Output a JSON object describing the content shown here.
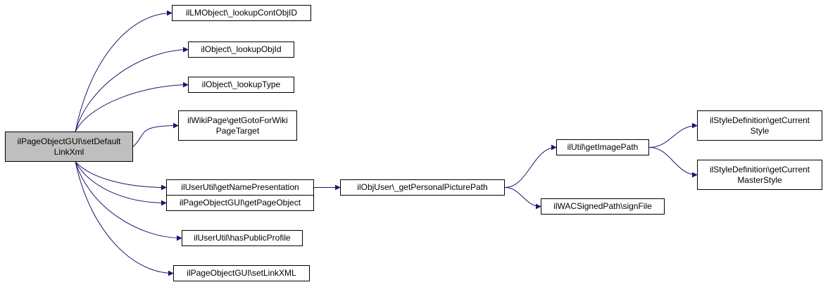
{
  "graph": {
    "root": {
      "id": "root",
      "lines": [
        "ilPageObjectGUI\\setDefault",
        "LinkXml"
      ]
    },
    "nodes": [
      {
        "id": "n1",
        "lines": [
          "ilLMObject\\_lookupContObjID"
        ]
      },
      {
        "id": "n2",
        "lines": [
          "ilObject\\_lookupObjId"
        ]
      },
      {
        "id": "n3",
        "lines": [
          "ilObject\\_lookupType"
        ]
      },
      {
        "id": "n4",
        "lines": [
          "ilWikiPage\\getGotoForWiki",
          "PageTarget"
        ]
      },
      {
        "id": "n5",
        "lines": [
          "ilUserUtil\\getNamePresentation"
        ]
      },
      {
        "id": "n6",
        "lines": [
          "ilPageObjectGUI\\getPageObject"
        ]
      },
      {
        "id": "n7",
        "lines": [
          "ilUserUtil\\hasPublicProfile"
        ]
      },
      {
        "id": "n8",
        "lines": [
          "ilPageObjectGUI\\setLinkXML"
        ]
      },
      {
        "id": "n9",
        "lines": [
          "ilObjUser\\_getPersonalPicturePath"
        ]
      },
      {
        "id": "n10",
        "lines": [
          "ilUtil\\getImagePath"
        ]
      },
      {
        "id": "n11",
        "lines": [
          "ilWACSignedPath\\signFile"
        ]
      },
      {
        "id": "n12",
        "lines": [
          "ilStyleDefinition\\getCurrent",
          "Style"
        ]
      },
      {
        "id": "n13",
        "lines": [
          "ilStyleDefinition\\getCurrent",
          "MasterStyle"
        ]
      }
    ],
    "edges": [
      [
        "root",
        "n1"
      ],
      [
        "root",
        "n2"
      ],
      [
        "root",
        "n3"
      ],
      [
        "root",
        "n4"
      ],
      [
        "root",
        "n5"
      ],
      [
        "root",
        "n6"
      ],
      [
        "root",
        "n7"
      ],
      [
        "root",
        "n8"
      ],
      [
        "n5",
        "n9"
      ],
      [
        "n9",
        "n10"
      ],
      [
        "n9",
        "n11"
      ],
      [
        "n10",
        "n12"
      ],
      [
        "n10",
        "n13"
      ]
    ]
  }
}
